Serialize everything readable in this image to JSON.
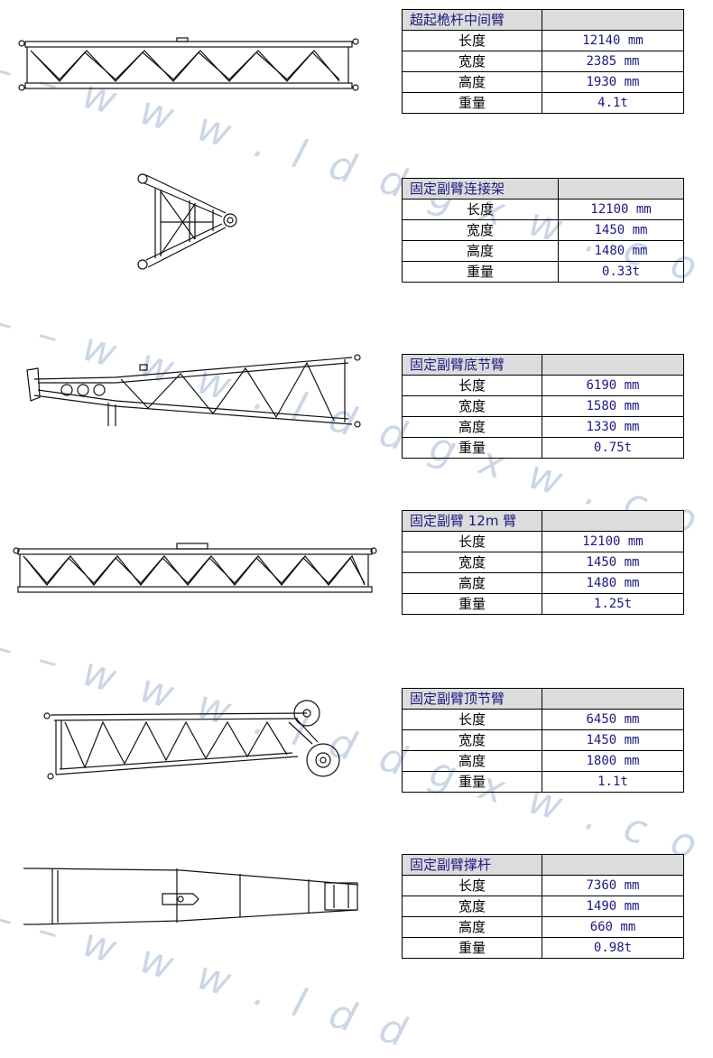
{
  "tables": [
    {
      "title": "超起桅杆中间臂",
      "rows": [
        {
          "label": "长度",
          "value": "12140 mm"
        },
        {
          "label": "宽度",
          "value": "2385 mm"
        },
        {
          "label": "高度",
          "value": "1930 mm"
        },
        {
          "label": "重量",
          "value": "4.1t"
        }
      ]
    },
    {
      "title": "固定副臂连接架",
      "rows": [
        {
          "label": "长度",
          "value": "12100 mm"
        },
        {
          "label": "宽度",
          "value": "1450 mm"
        },
        {
          "label": "高度",
          "value": "1480 mm"
        },
        {
          "label": "重量",
          "value": "0.33t"
        }
      ]
    },
    {
      "title": "固定副臂底节臂",
      "rows": [
        {
          "label": "长度",
          "value": "6190 mm"
        },
        {
          "label": "宽度",
          "value": "1580 mm"
        },
        {
          "label": "高度",
          "value": "1330 mm"
        },
        {
          "label": "重量",
          "value": "0.75t"
        }
      ]
    },
    {
      "title": "固定副臂 12m 臂",
      "rows": [
        {
          "label": "长度",
          "value": "12100 mm"
        },
        {
          "label": "宽度",
          "value": "1450 mm"
        },
        {
          "label": "高度",
          "value": "1480 mm"
        },
        {
          "label": "重量",
          "value": "1.25t"
        }
      ]
    },
    {
      "title": "固定副臂顶节臂",
      "rows": [
        {
          "label": "长度",
          "value": "6450 mm"
        },
        {
          "label": "宽度",
          "value": "1450 mm"
        },
        {
          "label": "高度",
          "value": "1800 mm"
        },
        {
          "label": "重量",
          "value": "1.1t"
        }
      ]
    },
    {
      "title": "固定副臂撑杆",
      "rows": [
        {
          "label": "长度",
          "value": "7360 mm"
        },
        {
          "label": "宽度",
          "value": "1490 mm"
        },
        {
          "label": "高度",
          "value": "660 mm"
        },
        {
          "label": "重量",
          "value": "0.98t"
        }
      ]
    }
  ],
  "watermark": {
    "line1": "– – w w w . l d d g x w . c o m – – –",
    "line2": "– – w w w . l d d g x w . c o m – – –",
    "line3": "– – w w w . l d d g x w . c o m – – –",
    "line4": "– – w w w . l d d"
  }
}
